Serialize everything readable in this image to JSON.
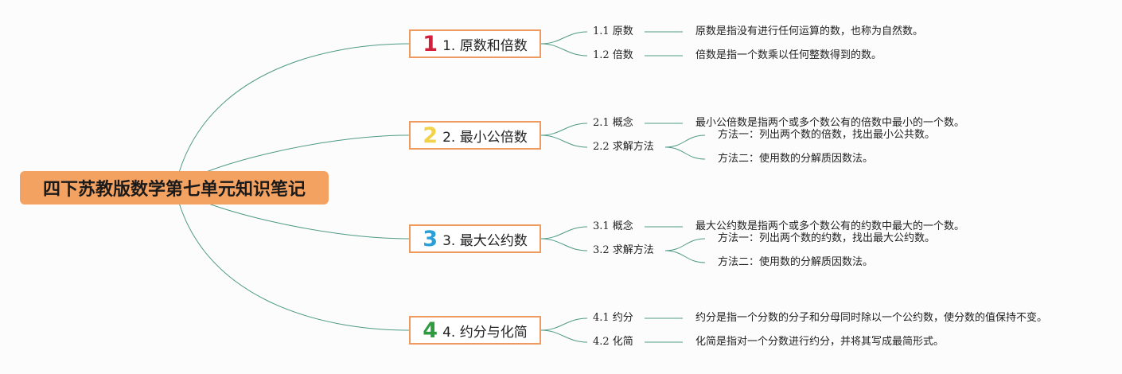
{
  "root": {
    "title": "四下苏教版数学第七单元知识笔记"
  },
  "colors": {
    "root_bg": "#f4a261",
    "topic_border": "#ef9a5e",
    "line": "#4f9a86"
  },
  "topics": [
    {
      "badge": "1",
      "badge_color": "#d21f3c",
      "label": "1. 原数和倍数",
      "subs": [
        {
          "label": "1.1 原数",
          "desc": "原数是指没有进行任何运算的数，也称为自然数。"
        },
        {
          "label": "1.2 倍数",
          "desc": "倍数是指一个数乘以任何整数得到的数。"
        }
      ]
    },
    {
      "badge": "2",
      "badge_color": "#f2d24b",
      "label": "2. 最小公倍数",
      "subs": [
        {
          "label": "2.1 概念",
          "desc": "最小公倍数是指两个或多个数公有的倍数中最小的一个数。"
        },
        {
          "label": "2.2 求解方法",
          "methods": [
            "方法一：列出两个数的倍数，找出最小公共数。",
            "方法二：使用数的分解质因数法。"
          ]
        }
      ]
    },
    {
      "badge": "3",
      "badge_color": "#2a9fd8",
      "label": "3. 最大公约数",
      "subs": [
        {
          "label": "3.1 概念",
          "desc": "最大公约数是指两个或多个数公有的约数中最大的一个数。"
        },
        {
          "label": "3.2 求解方法",
          "methods": [
            "方法一：列出两个数的约数，找出最大公约数。",
            "方法二：使用数的分解质因数法。"
          ]
        }
      ]
    },
    {
      "badge": "4",
      "badge_color": "#2e9c3e",
      "label": "4. 约分与化简",
      "subs": [
        {
          "label": "4.1 约分",
          "desc": "约分是指一个分数的分子和分母同时除以一个公约数，使分数的值保持不变。"
        },
        {
          "label": "4.2 化简",
          "desc": "化简是指对一个分数进行约分，并将其写成最简形式。"
        }
      ]
    }
  ]
}
